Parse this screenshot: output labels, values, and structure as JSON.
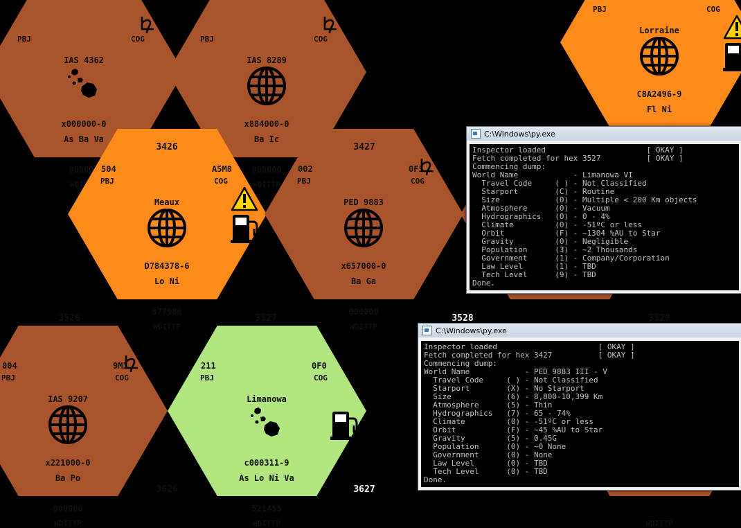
{
  "colors": {
    "brown": "#a9542b",
    "orange": "#fd8b1b",
    "green": "#b0e580",
    "black": "#000000"
  },
  "hexes": [
    {
      "id": "h1",
      "color": "brown",
      "pbj": "PBJ",
      "cog": "COG",
      "top_left": "",
      "top_right": "",
      "name": "IAS 4362",
      "icon": "asteroid-icon",
      "uwp": "x000000-0",
      "codes": "As Ba Va",
      "pop": "000000",
      "wdittp": "WDITTP",
      "gas_giant": true,
      "hazard": false,
      "fuel": false
    },
    {
      "id": "h2",
      "color": "brown",
      "pbj": "PBJ",
      "cog": "COG",
      "top_left": "",
      "top_right": "",
      "name": "IAS 8289",
      "icon": "globe-icon",
      "uwp": "x884000-0",
      "codes": "Ba Ic",
      "pop": "000000",
      "wdittp": "WDITTP",
      "gas_giant": true,
      "hazard": false,
      "fuel": false
    },
    {
      "id": "h3",
      "color": "orange",
      "pbj": "PBJ",
      "cog": "COG",
      "top_left": "",
      "top_right": "",
      "name": "Lorraine",
      "icon": "globe-icon",
      "uwp": "C8A2496-9",
      "codes": "Fl Ni",
      "pop": "",
      "wdittp": "",
      "gas_giant": false,
      "hazard": true,
      "fuel": true
    },
    {
      "id": "h4",
      "color": "orange",
      "pbj": "PBJ",
      "cog": "COG",
      "top_left": "504",
      "top_right": "A5M8",
      "name": "Meaux",
      "icon": "globe-icon",
      "uwp": "D784378-6",
      "codes": "Lo Ni",
      "pop": "877986",
      "wdittp": "WDITTP",
      "gas_giant": false,
      "hazard": true,
      "fuel": true
    },
    {
      "id": "h5",
      "color": "brown",
      "pbj": "PBJ",
      "cog": "COG",
      "top_left": "002",
      "top_right": "0F5",
      "name": "PED 9883",
      "icon": "globe-icon",
      "uwp": "x657000-0",
      "codes": "Ba Ga",
      "pop": "000000",
      "wdittp": "WDITTP",
      "gas_giant": true,
      "hazard": false,
      "fuel": false
    },
    {
      "id": "h6",
      "color": "brown",
      "pbj": "PBJ",
      "cog": "COG",
      "top_left": "004",
      "top_right": "9M3",
      "name": "IAS 9207",
      "icon": "globe-icon",
      "uwp": "x221000-0",
      "codes": "Ba Po",
      "pop": "000000",
      "wdittp": "WDITTP",
      "gas_giant": true,
      "hazard": false,
      "fuel": false
    },
    {
      "id": "h7",
      "color": "green",
      "pbj": "PBJ",
      "cog": "COG",
      "top_left": "211",
      "top_right": "0F0",
      "name": "Limanowa",
      "icon": "asteroid-icon",
      "uwp": "c000311-9",
      "codes": "As Lo Ni Va",
      "pop": "521455",
      "wdittp": "WDITTP",
      "gas_giant": false,
      "hazard": false,
      "fuel": true
    },
    {
      "id": "h8",
      "color": "brown",
      "pbj": "",
      "cog": "",
      "top_left": "",
      "top_right": "",
      "name": "",
      "icon": "",
      "uwp": "",
      "codes": "",
      "pop": "",
      "wdittp": "WDITTP",
      "gas_giant": false,
      "hazard": false,
      "fuel": false
    },
    {
      "id": "h9",
      "color": "brown",
      "pbj": "",
      "cog": "",
      "top_left": "",
      "top_right": "",
      "name": "",
      "icon": "",
      "uwp": "",
      "codes": "",
      "pop": "",
      "wdittp": "",
      "gas_giant": false,
      "hazard": false,
      "fuel": false
    },
    {
      "id": "h10",
      "color": "brown",
      "pbj": "",
      "cog": "",
      "top_left": "",
      "top_right": "",
      "name": "",
      "icon": "",
      "uwp": "",
      "codes": "",
      "pop": "",
      "wdittp": "",
      "gas_giant": false,
      "hazard": false,
      "fuel": false
    },
    {
      "id": "h11",
      "color": "orange",
      "pbj": "",
      "cog": "",
      "top_left": "",
      "top_right": "",
      "name": "",
      "icon": "",
      "uwp": "",
      "codes": "",
      "pop": "",
      "wdittp": "",
      "gas_giant": false,
      "hazard": false,
      "fuel": false
    }
  ],
  "hex_numbers": [
    "3426",
    "3427",
    "3526",
    "3527",
    "3528",
    "3529",
    "3626",
    "3627"
  ],
  "windows": [
    {
      "title": "C:\\Windows\\py.exe",
      "lines": [
        "Inspector loaded                      [ OKAY ]",
        "Fetch completed for hex 3527          [ OKAY ]",
        "Commencing dump:",
        "World Name            - Limanowa VI",
        "  Travel Code     ( ) - Not Classified",
        "  Starport        (C) - Routine",
        "  Size            (0) - Multiple < 200 Km objects",
        "  Atmosphere      (0) - Vacuum",
        "  Hydrographics   (0) - 0 - 4%",
        "  Climate         (0) - -51ºC or less",
        "  Orbit           (F) - ~1304 %AU to Star",
        "  Gravity         (0) - Negligible",
        "  Population      (3) - ~2 Thousands",
        "  Government      (1) - Company/Corporation",
        "  Law Level       (1) - TBD",
        "  Tech Level      (9) - TBD",
        "Done."
      ]
    },
    {
      "title": "C:\\Windows\\py.exe",
      "lines": [
        "Inspector loaded                      [ OKAY ]",
        "Fetch completed for hex 3427          [ OKAY ]",
        "Commencing dump:",
        "World Name            - PED 9883 III - V",
        "  Travel Code     ( ) - Not Classified",
        "  Starport        (X) - No Starport",
        "  Size            (6) - 8,800-10,399 Km",
        "  Atmosphere      (5) - Thin",
        "  Hydrographics   (7) - 65 - 74%",
        "  Climate         (0) - -51ºC or less",
        "  Orbit           (F) - ~45 %AU to Star",
        "  Gravity         (5) - 0.45G",
        "  Population      (0) - ~0 None",
        "  Government      (0) - None",
        "  Law Level       (0) - TBD",
        "  Tech Level      (0) - TBD",
        "Done."
      ]
    }
  ]
}
